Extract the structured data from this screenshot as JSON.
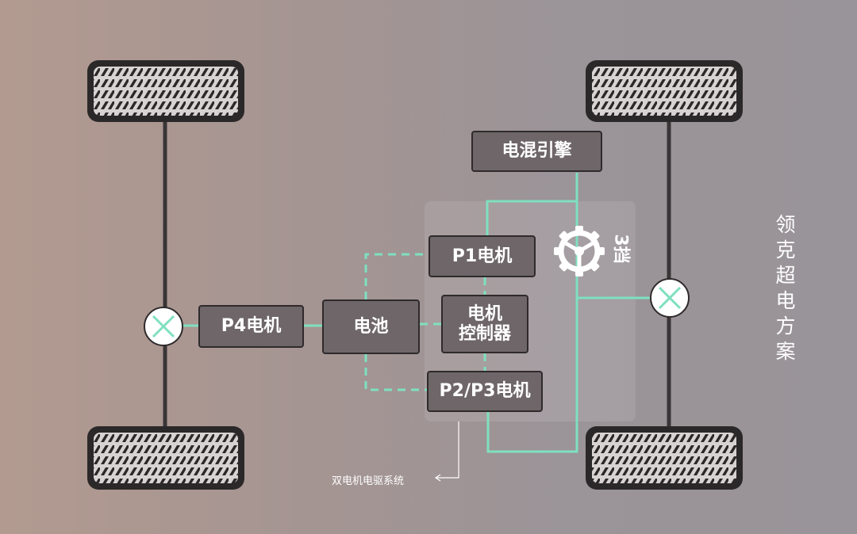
{
  "title": "领克超电方案",
  "boxes": {
    "engine": "电混引擎",
    "p1_motor": "P1电机",
    "battery": "电池",
    "controller_line1": "电机",
    "controller_line2": "控制器",
    "p23_motor": "P2/P3电机",
    "p4_motor": "P4电机"
  },
  "gear_label": "3挡",
  "dual_motor_note": "双电机电驱系统",
  "colors": {
    "connector": "#7fe0c0",
    "box_fill": "#6e6668",
    "box_border": "#2f2a2c",
    "axle": "#3a3536",
    "tire": "#2b2829"
  }
}
